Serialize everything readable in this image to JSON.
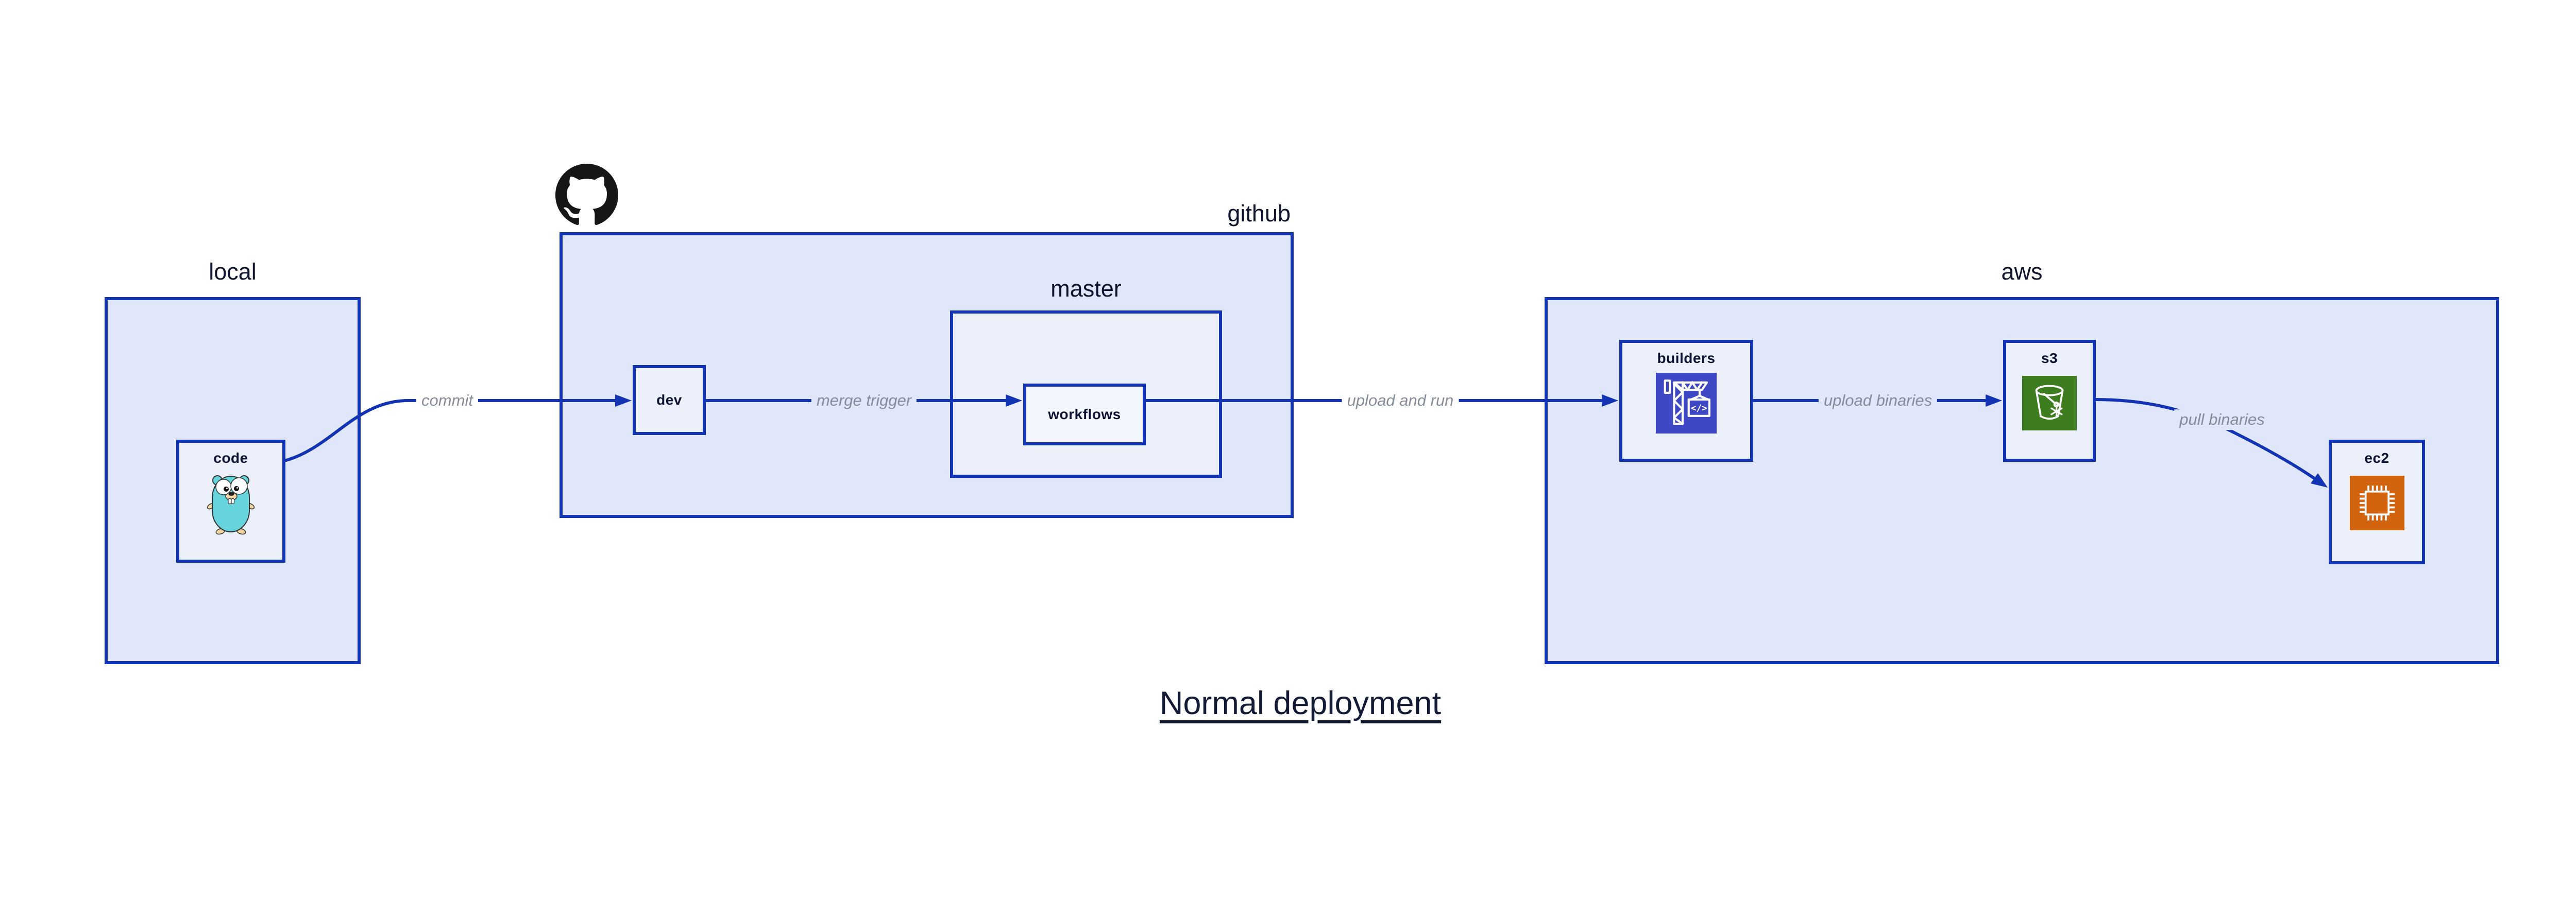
{
  "title": {
    "text": "Normal deployment"
  },
  "containers": {
    "local": {
      "label": "local"
    },
    "github": {
      "label": "github"
    },
    "master": {
      "label": "master"
    },
    "aws": {
      "label": "aws"
    }
  },
  "nodes": {
    "code": {
      "label": "code",
      "icon": "go-gopher-icon"
    },
    "dev": {
      "label": "dev"
    },
    "workflows": {
      "label": "workflows"
    },
    "builders": {
      "label": "builders",
      "icon": "codebuild-crane-icon"
    },
    "s3": {
      "label": "s3",
      "icon": "s3-glacier-bucket-icon"
    },
    "ec2": {
      "label": "ec2",
      "icon": "ec2-chip-icon"
    }
  },
  "edges": {
    "commit": {
      "label": "commit"
    },
    "merge_trigger": {
      "label": "merge trigger"
    },
    "upload_and_run": {
      "label": "upload and run"
    },
    "upload_binaries": {
      "label": "upload binaries"
    },
    "pull_binaries": {
      "label": "pull binaries"
    }
  },
  "icons": {
    "github_logo": "github-octocat-icon",
    "code_mascot": "go-gopher-icon",
    "builders_service": "codebuild-crane-icon",
    "s3_service": "s3-glacier-bucket-icon",
    "ec2_service": "ec2-chip-icon"
  },
  "colors": {
    "border_blue": "#1233b4",
    "container_fill": "#e1e7fa",
    "node_fill": "#ecf0fb",
    "inner_node_fill": "#f4f6fd",
    "edge_label_gray": "#858b99",
    "text_navy": "#0d1433",
    "title_navy": "#131a35",
    "codebuild_purple": "#3e47c4",
    "s3_green": "#3e7d1f",
    "ec2_orange": "#d2640f",
    "gopher_teal": "#65d4dc",
    "octocat_black": "#171515"
  }
}
